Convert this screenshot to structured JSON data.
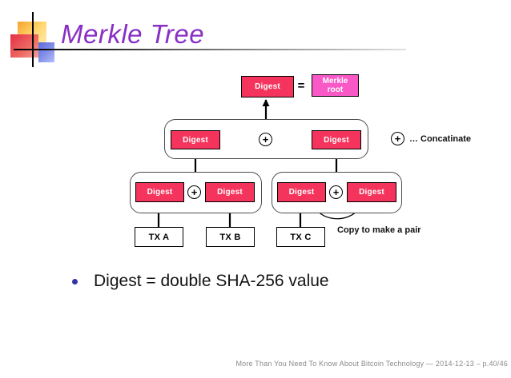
{
  "slide": {
    "title": "Merkle Tree",
    "bullet_text": "Digest = double SHA-256 value",
    "footer": "More Than You Need To Know About Bitcoin Technology — 2014-12-13 – p.40/46"
  },
  "diagram": {
    "digest_label": "Digest",
    "equals_sign": "=",
    "merkle_root_line1": "Merkle",
    "merkle_root_line2": "root",
    "plus_sign": "+",
    "concatinate_label": "… Concatinate",
    "copy_label": "Copy to make a pair",
    "tx": [
      "TX A",
      "TX B",
      "TX C"
    ]
  },
  "colors": {
    "title_purple": "#8a2fc4",
    "digest_red": "#f4345c",
    "merkle_pink": "#f958c7",
    "bullet_blue": "#3434a6"
  }
}
